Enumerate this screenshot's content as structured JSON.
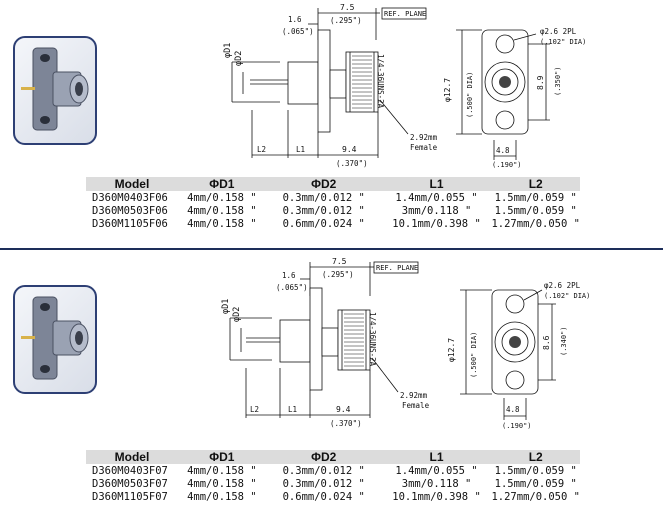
{
  "sections": [
    {
      "drawing": {
        "dim_top": "7.5",
        "dim_top_in": "(.295\")",
        "dim_flange": "1.6",
        "dim_flange_in": "(.065\")",
        "ref_plane": "REF. PLANE",
        "d1": "φD1",
        "d2": "φD2",
        "thread": "1/4-36UNS-2A",
        "dim_body": "9.4",
        "dim_body_in": "(.370\")",
        "l1": "L1",
        "l2": "L2",
        "female_mm": "2.92mm",
        "female_label": "Female",
        "dim_height": "φ12.7",
        "dim_height_in": "(.500\" DIA)",
        "hole_dia": "φ2.6  2PL",
        "hole_dia_in": "(.102\"  DIA)",
        "dim_pitch": "8.9",
        "dim_pitch_in": "(.350\")",
        "dim_width": "4.8",
        "dim_width_in": "(.190\")"
      },
      "table": {
        "headers": [
          "Model",
          "ΦD1",
          "ΦD2",
          "L1",
          "L2"
        ],
        "rows": [
          [
            "D360M0403F06",
            "4mm/0.158 \"",
            "0.3mm/0.012 \"",
            "1.4mm/0.055 \"",
            "1.5mm/0.059 \""
          ],
          [
            "D360M0503F06",
            "4mm/0.158 \"",
            "0.3mm/0.012 \"",
            "3mm/0.118 \"",
            "1.5mm/0.059 \""
          ],
          [
            "D360M1105F06",
            "4mm/0.158 \"",
            "0.6mm/0.024 \"",
            "10.1mm/0.398 \"",
            "1.27mm/0.050 \""
          ]
        ]
      }
    },
    {
      "drawing": {
        "dim_top": "7.5",
        "dim_top_in": "(.295\")",
        "dim_flange": "1.6",
        "dim_flange_in": "(.065\")",
        "ref_plane": "REF. PLANE",
        "d1": "φD1",
        "d2": "φD2",
        "thread": "1/4-36UNS-2A",
        "dim_body": "9.4",
        "dim_body_in": "(.370\")",
        "l1": "L1",
        "l2": "L2",
        "female_mm": "2.92mm",
        "female_label": "Female",
        "dim_height": "φ12.7",
        "dim_height_in": "(.500\" DIA)",
        "hole_dia": "φ2.6  2PL",
        "hole_dia_in": "(.102\"  DIA)",
        "dim_pitch": "8.6",
        "dim_pitch_in": "(.340\")",
        "dim_width": "4.8",
        "dim_width_in": "(.190\")"
      },
      "table": {
        "headers": [
          "Model",
          "ΦD1",
          "ΦD2",
          "L1",
          "L2"
        ],
        "rows": [
          [
            "D360M0403F07",
            "4mm/0.158 \"",
            "0.3mm/0.012 \"",
            "1.4mm/0.055 \"",
            "1.5mm/0.059 \""
          ],
          [
            "D360M0503F07",
            "4mm/0.158 \"",
            "0.3mm/0.012 \"",
            "3mm/0.118 \"",
            "1.5mm/0.059 \""
          ],
          [
            "D360M1105F07",
            "4mm/0.158 \"",
            "0.6mm/0.024 \"",
            "10.1mm/0.398 \"",
            "1.27mm/0.050 \""
          ]
        ]
      }
    }
  ]
}
